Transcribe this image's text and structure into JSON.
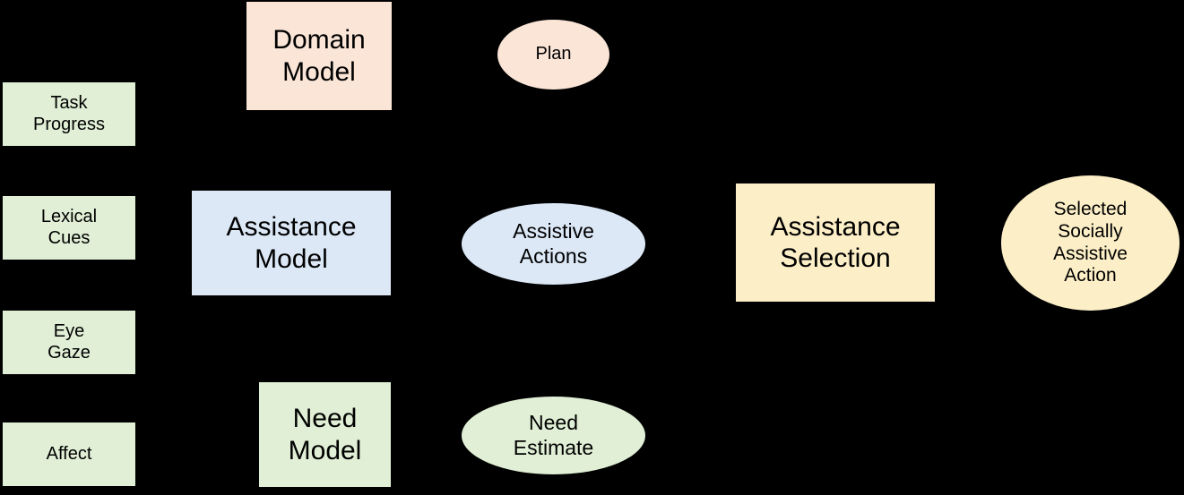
{
  "diagram": {
    "background_color": "#000000",
    "text_color": "#000000",
    "palette": {
      "green": "#E0EFD5",
      "peach": "#FAE5D7",
      "blue": "#DCE8F6",
      "yellow": "#FCEFC7"
    }
  },
  "cues": [
    {
      "id": "task-progress",
      "label": "Task\nProgress",
      "shape": "rectangle",
      "color": "#E0EFD5"
    },
    {
      "id": "lexical-cues",
      "label": "Lexical\nCues",
      "shape": "rectangle",
      "color": "#E0EFD5"
    },
    {
      "id": "eye-gaze",
      "label": "Eye\nGaze",
      "shape": "rectangle",
      "color": "#E0EFD5"
    },
    {
      "id": "affect",
      "label": "Affect",
      "shape": "rectangle",
      "color": "#E0EFD5"
    }
  ],
  "models": [
    {
      "id": "domain-model",
      "label": "Domain\nModel",
      "shape": "rectangle",
      "color": "#FAE5D7"
    },
    {
      "id": "assistance-model",
      "label": "Assistance\nModel",
      "shape": "rectangle",
      "color": "#DCE8F6"
    },
    {
      "id": "need-model",
      "label": "Need\nModel",
      "shape": "rectangle",
      "color": "#E0EFD5"
    },
    {
      "id": "assistance-selection",
      "label": "Assistance\nSelection",
      "shape": "rectangle",
      "color": "#FCEFC7"
    }
  ],
  "artifacts": [
    {
      "id": "plan",
      "label": "Plan",
      "shape": "ellipse",
      "color": "#FAE5D7"
    },
    {
      "id": "assistive-actions",
      "label": "Assistive\nActions",
      "shape": "ellipse",
      "color": "#DCE8F6"
    },
    {
      "id": "need-estimate",
      "label": "Need\nEstimate",
      "shape": "ellipse",
      "color": "#E0EFD5"
    },
    {
      "id": "selected-socially-assistive-action",
      "label": "Selected\nSocially\nAssistive\nAction",
      "shape": "ellipse",
      "color": "#FCEFC7"
    }
  ]
}
